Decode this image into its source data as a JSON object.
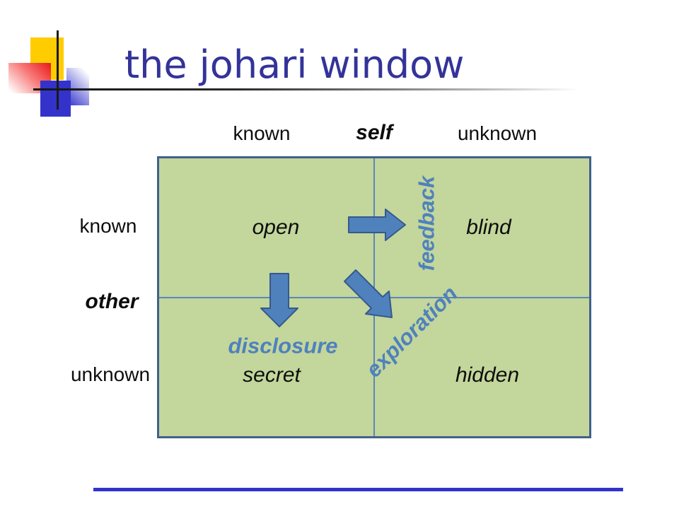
{
  "title": "the johari window",
  "axes": {
    "self_axis": {
      "known": "known",
      "label": "self",
      "unknown": "unknown"
    },
    "other_axis": {
      "known": "known",
      "label": "other",
      "unknown": "unknown"
    }
  },
  "quadrants": {
    "open": "open",
    "blind": "blind",
    "secret": "secret",
    "hidden": "hidden"
  },
  "processes": {
    "feedback": "feedback",
    "disclosure": "disclosure",
    "exploration": "exploration"
  },
  "colors": {
    "title_text": "#333399",
    "grid_fill": "#c3d69b",
    "grid_border": "#41618c",
    "grid_divider": "#5b87b8",
    "arrow_fill": "#4f81bd",
    "arrow_stroke": "#36598c",
    "process_text": "#4f81bd",
    "bottom_rule": "#3333cc",
    "logo_yellow": "#ffcc00",
    "logo_blue": "#3333cc",
    "logo_red": "#e81717"
  }
}
